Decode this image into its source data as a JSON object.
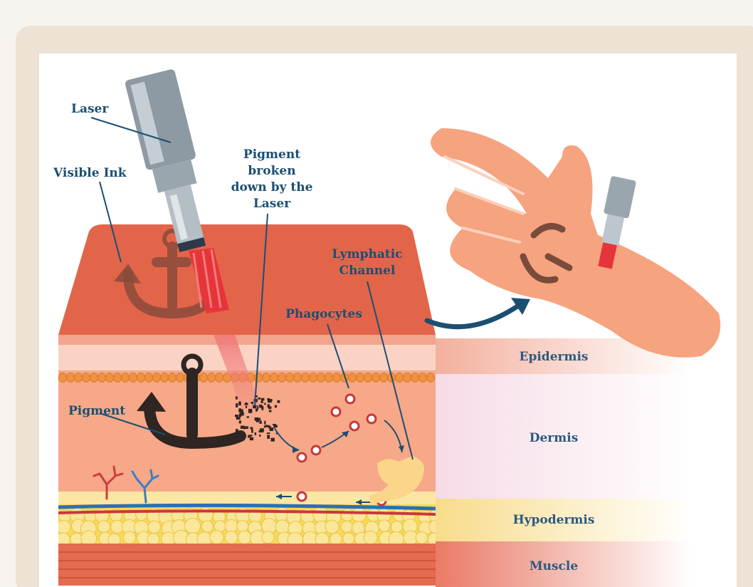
{
  "labels": {
    "laser": "Laser",
    "visible_ink": "Visible Ink",
    "pigment_broken": [
      "Pigment",
      "broken",
      "down by the",
      "Laser"
    ],
    "lymphatic_channel": [
      "Lymphatic",
      "Channel"
    ],
    "phagocytes": "Phagocytes",
    "pigment": "Pigment"
  },
  "layers": {
    "epidermis": "Epidermis",
    "dermis": "Dermis",
    "hypodermis": "Hypodermis",
    "muscle": "Muscle"
  },
  "colors": {
    "background": "#f7f3ef",
    "frame": "#ede2d3",
    "skin_top": "#e2654a",
    "epidermis": "#fbd3c5",
    "dermis": "#f6a889",
    "fat": "#f7da57",
    "muscle": "#e46b4f",
    "ink": "#2f2523",
    "laser_beam": "#e6353a",
    "label": "#1b4f72"
  }
}
